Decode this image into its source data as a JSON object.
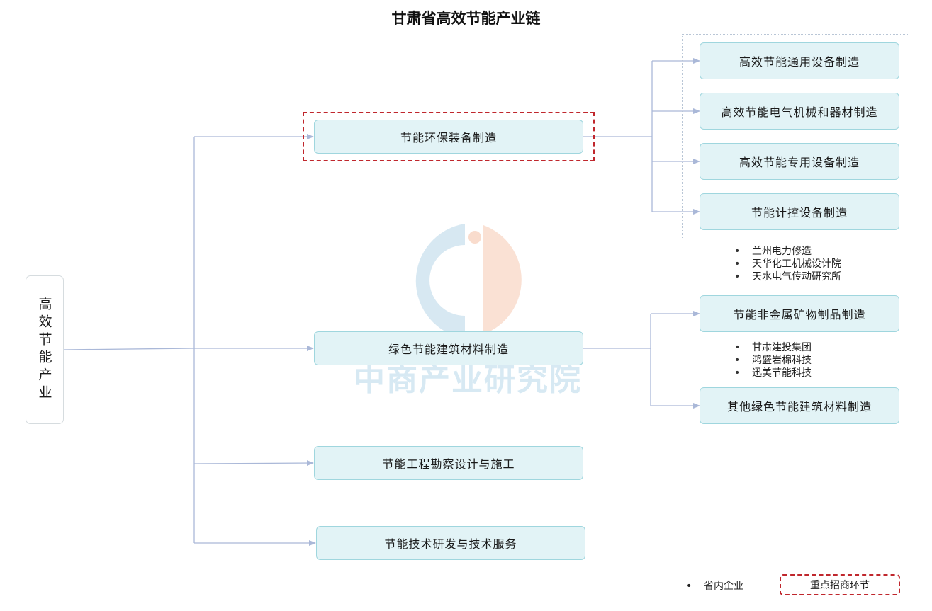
{
  "title": "甘肃省高效节能产业链",
  "root": "高效节能产业",
  "level1": [
    "节能环保装备制造",
    "绿色节能建筑材料制造",
    "节能工程勘察设计与施工",
    "节能技术研发与技术服务"
  ],
  "equipment_children": [
    "高效节能通用设备制造",
    "高效节能电气机械和器材制造",
    "高效节能专用设备制造",
    "节能计控设备制造"
  ],
  "equipment_companies": [
    "兰州电力修造",
    "天华化工机械设计院",
    "天水电气传动研究所"
  ],
  "building_children": [
    "节能非金属矿物制品制造",
    "其他绿色节能建筑材料制造"
  ],
  "building_companies": [
    "甘肃建投集团",
    "鸿盛岩棉科技",
    "迅美节能科技"
  ],
  "legend": {
    "local_enterprise": "省内企业",
    "key_segment": "重点招商环节"
  },
  "watermark": "中商产业研究院",
  "colors": {
    "box_fill": "#e2f3f6",
    "box_border": "#9fd6de",
    "connector": "#aab8d8",
    "highlight": "#c0272d",
    "watermark_blue": "#bcd9ea",
    "watermark_orange": "#f6cdb8"
  }
}
